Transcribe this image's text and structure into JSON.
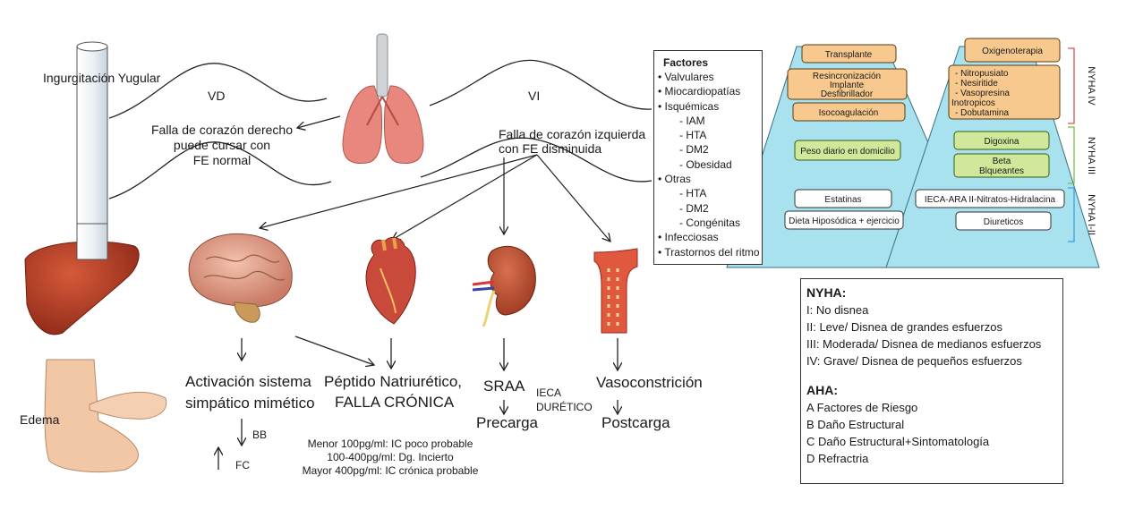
{
  "left": {
    "jugular_label": "Ingurgitación Yugular",
    "vd_label": "VD",
    "vi_label": "VI",
    "right_failure": [
      "Falla de corazón derecho",
      "puede cursar con",
      "FE normal"
    ],
    "left_failure": [
      "Falla de corazón izquierda",
      "con FE disminuida"
    ],
    "edema_label": "Edema",
    "sympathetic": [
      "Activación sistema",
      "simpático mimético"
    ],
    "bb_label": "BB",
    "fc_label": "FC",
    "peptide": [
      "Péptido Natriurético,",
      "FALLA CRÓNICA"
    ],
    "peptide_ranges": [
      "Menor 100pg/ml: IC poco probable",
      "100-400pg/ml: Dg. Incierto",
      "Mayor 400pg/ml: IC crónica probable"
    ],
    "sraa_label": "SRAA",
    "precarga_label": "Precarga",
    "ieca_label": [
      "IECA",
      "DURÉTICO"
    ],
    "vaso_label": "Vasoconstrición",
    "postcarga_label": "Postcarga"
  },
  "factores": {
    "title": "Factores",
    "items": [
      "• Valvulares",
      "• Miocardiopatías",
      "• Isquémicas",
      "- IAM",
      "- HTA",
      "- DM2",
      "- Obesidad",
      "• Otras",
      "- HTA",
      "- DM2",
      "- Congénitas",
      "• Infecciosas",
      "• Trastornos del ritmo"
    ]
  },
  "pyramid_left": {
    "trasplante": "Transplante",
    "resinc": [
      "Resincronización",
      "Implante",
      "Desfibrillador"
    ],
    "isocoag": "Isocoagulación",
    "peso": "Peso diario en domicilio",
    "estatinas": "Estatinas",
    "dieta": "Dieta Hiposódica + ejercicio"
  },
  "pyramid_right": {
    "oxigeno": "Oxigenoterapia",
    "drugs": [
      "- Nitropusiato",
      "- Nesiritide",
      "- Vasopresina",
      "Inotropicos",
      "- Dobutamina"
    ],
    "digoxina": "Digoxina",
    "beta": [
      "Beta",
      "Blqueantes"
    ],
    "ieca": "IECA-ARA II-Nitratos-Hidralacina",
    "diureticos": "Diureticos"
  },
  "nyha_side": {
    "iv": "NYHA IV",
    "iii": "NYHA III",
    "i_ii": "NYHA I-II"
  },
  "legend": {
    "nyha_title": "NYHA:",
    "nyha_items": [
      "I: No disnea",
      "II: Leve/ Disnea de grandes esfuerzos",
      "III: Moderada/ Disnea de medianos esfuerzos",
      "IV: Grave/ Disnea de pequeños esfuerzos"
    ],
    "aha_title": "AHA:",
    "aha_items": [
      "A Factores de Riesgo",
      "B Daño Estructural",
      "C Daño Estructural+Sintomatología",
      "D Refractria"
    ]
  },
  "colors": {
    "pyramid_fill": "#a9e2ef",
    "orange_box": "#f7c98e",
    "green_box": "#cfe89a",
    "bracket_red": "#d9534f",
    "bracket_green": "#7ac043",
    "bracket_blue": "#3aa3d8"
  }
}
